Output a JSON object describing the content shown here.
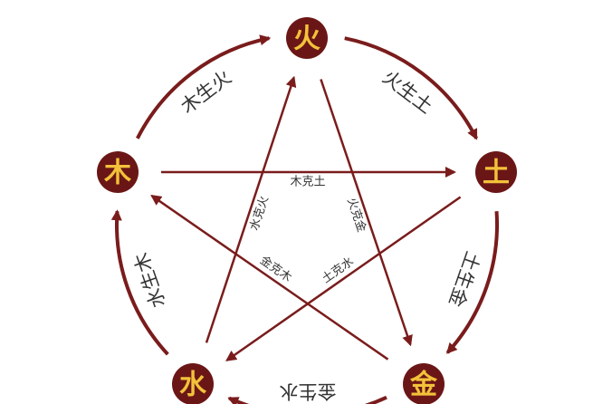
{
  "elements": [
    {
      "id": "fire",
      "label": "火"
    },
    {
      "id": "earth",
      "label": "土"
    },
    {
      "id": "metal",
      "label": "金"
    },
    {
      "id": "water",
      "label": "水"
    },
    {
      "id": "wood",
      "label": "木"
    }
  ],
  "generating": [
    {
      "from": "wood",
      "to": "fire",
      "label": "木生火"
    },
    {
      "from": "fire",
      "to": "earth",
      "label": "火生土"
    },
    {
      "from": "earth",
      "to": "metal",
      "label": "土生金"
    },
    {
      "from": "metal",
      "to": "water",
      "label": "金生水"
    },
    {
      "from": "water",
      "to": "wood",
      "label": "水生木"
    }
  ],
  "controlling": [
    {
      "from": "wood",
      "to": "earth",
      "label": "木克土"
    },
    {
      "from": "fire",
      "to": "metal",
      "label": "火克金"
    },
    {
      "from": "earth",
      "to": "water",
      "label": "土克水"
    },
    {
      "from": "metal",
      "to": "wood",
      "label": "金克木"
    },
    {
      "from": "water",
      "to": "fire",
      "label": "水克火"
    }
  ],
  "colors": {
    "node_fill": "#6b1616",
    "node_text": "#f2c23a",
    "arrow": "#7a1c1c",
    "label_text": "#333333",
    "background": "#ffffff"
  }
}
